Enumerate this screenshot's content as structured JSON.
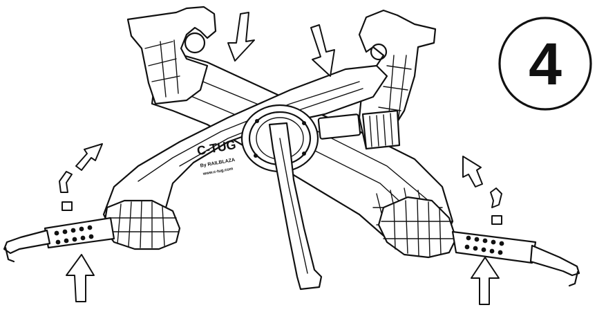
{
  "step": {
    "number": "4"
  },
  "product": {
    "name": "C-TUG",
    "maker_line": "By RAILBLAZA",
    "website": "www.c-tug.com"
  },
  "label_plate": {
    "lines": [
      "",
      "",
      ""
    ]
  }
}
